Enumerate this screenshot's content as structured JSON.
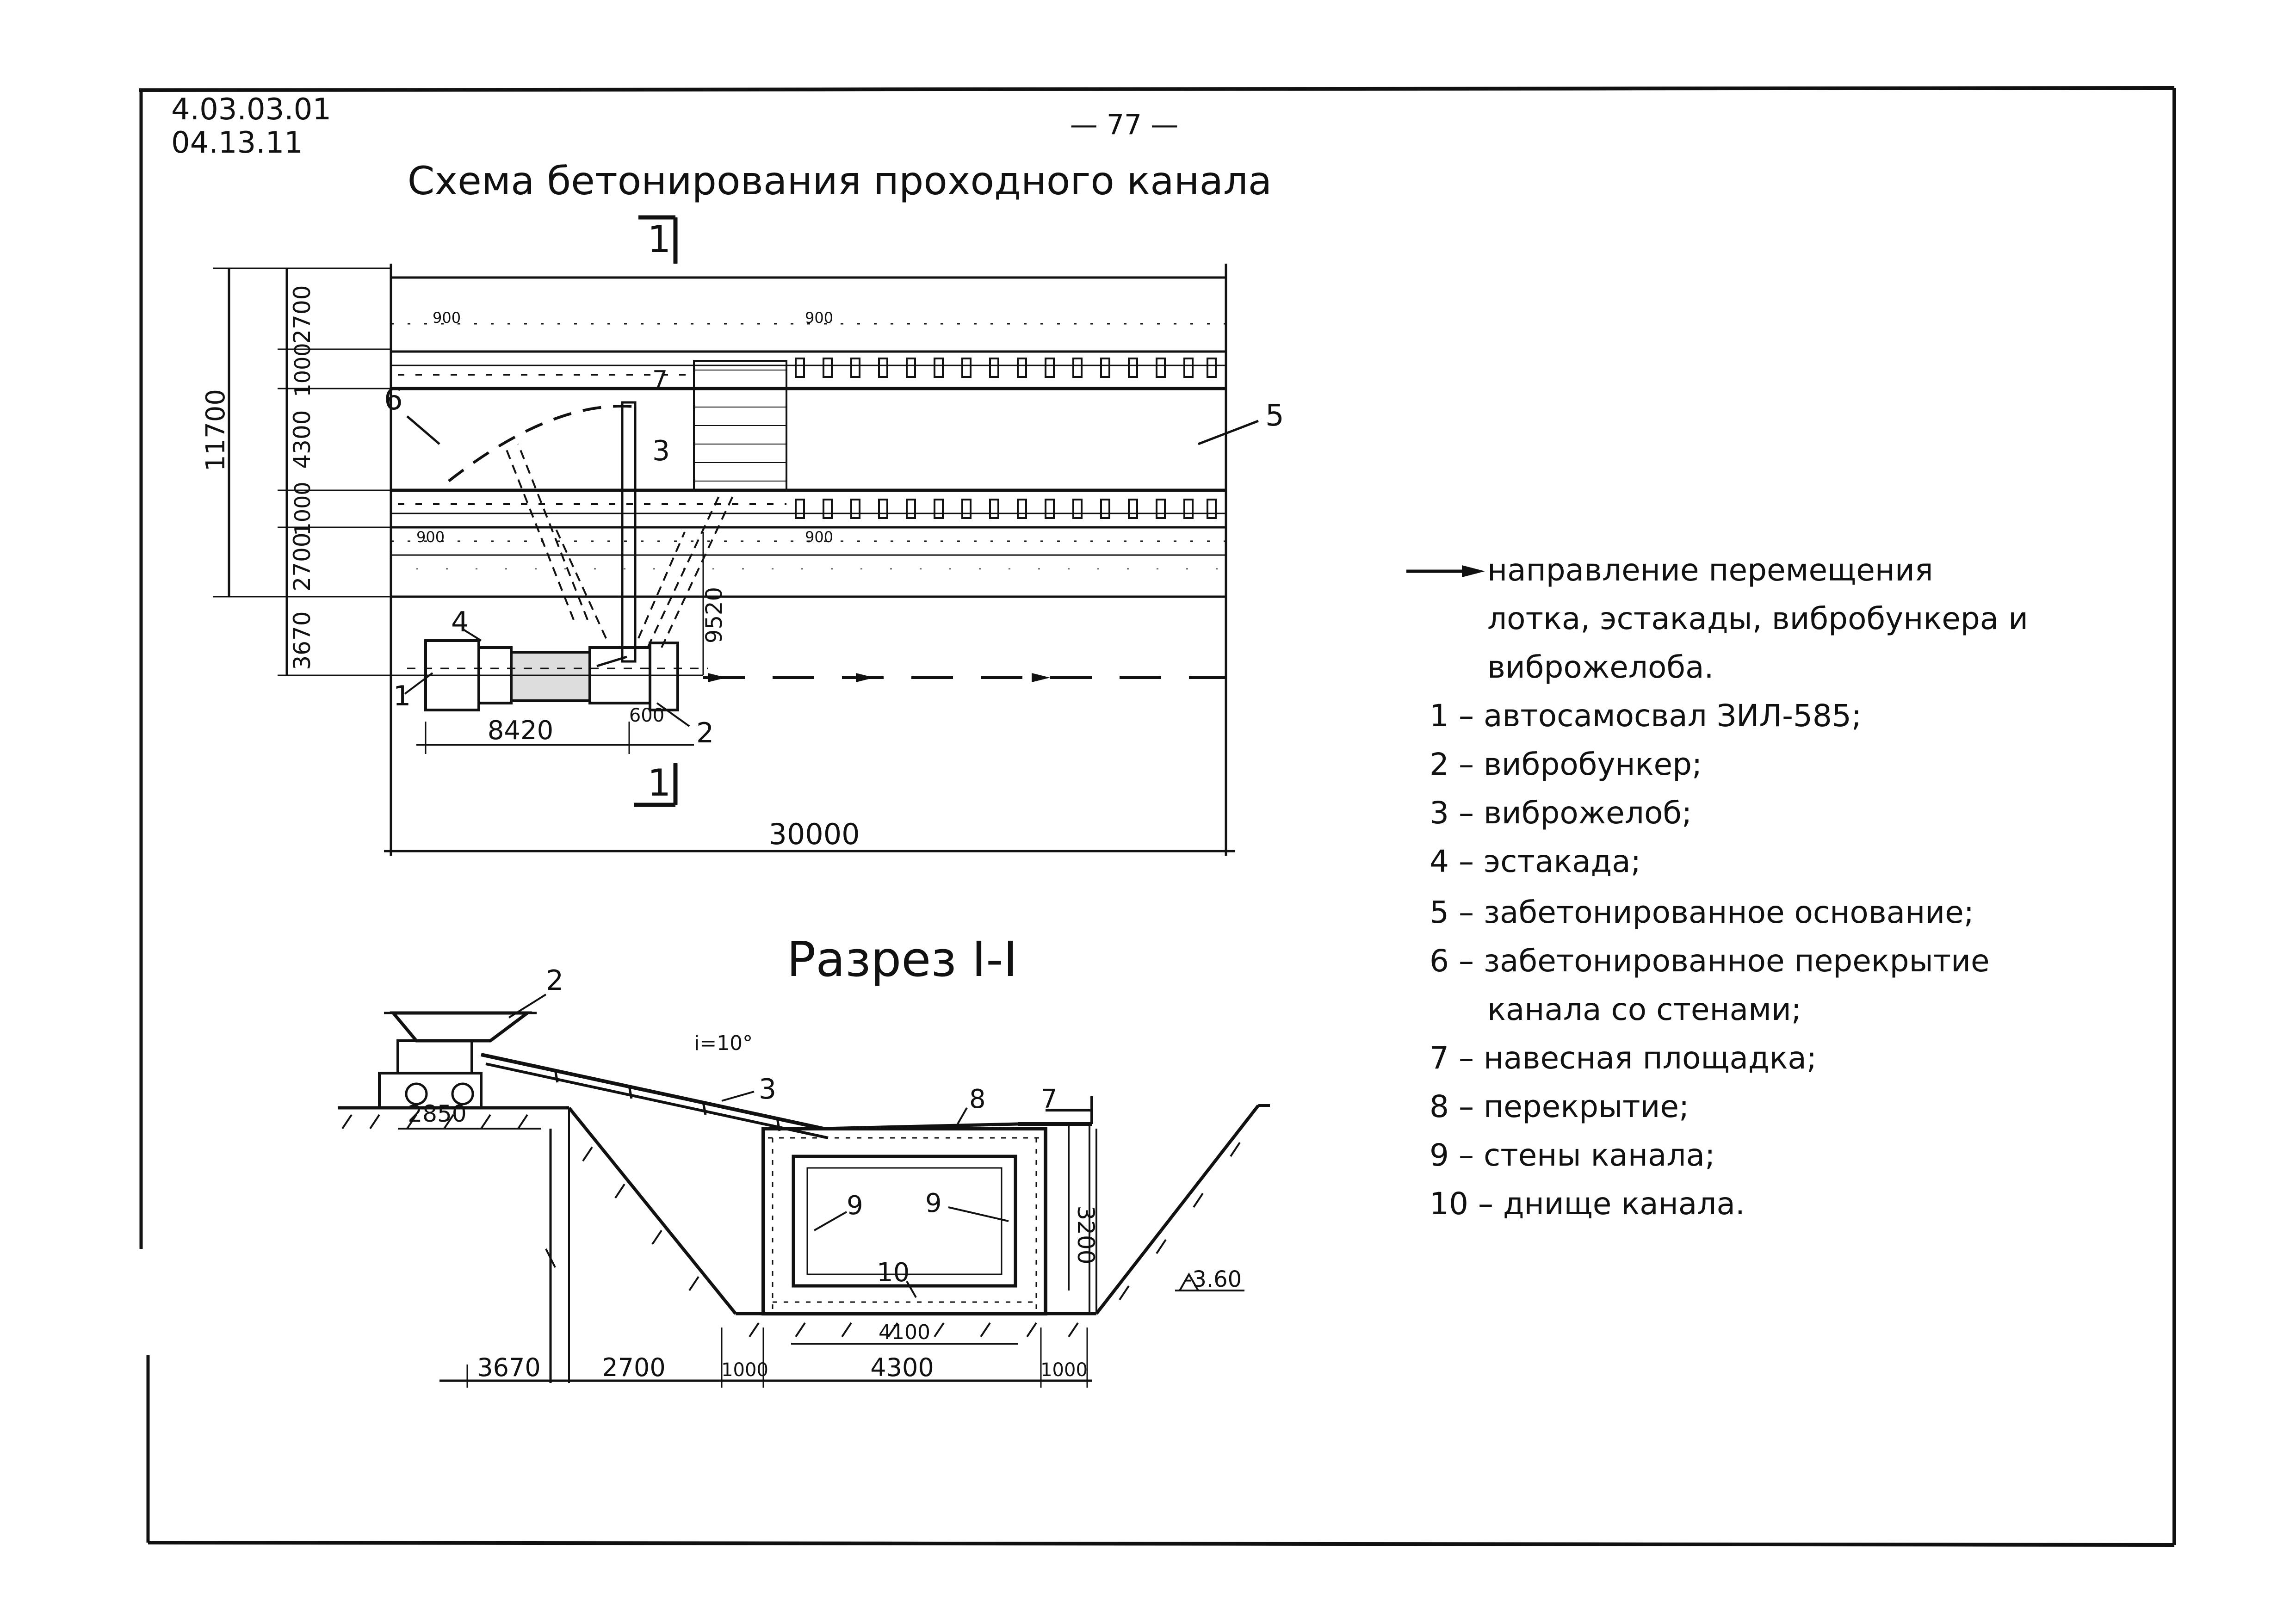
{
  "header": {
    "doc_code_line1": "4.03.03.01",
    "doc_code_line2": "04.13.11",
    "page_number": "— 77 —"
  },
  "plan": {
    "title": "Схема бетонирования проходного канала",
    "section_mark": "1",
    "dims": {
      "total_length": "30000",
      "total_width": "11700",
      "strip_2700_top": "2700",
      "strip_1000_top": "1000",
      "channel_4300": "4300",
      "strip_1000_bottom": "1000",
      "strip_2700_bottom": "2700",
      "offset_3670": "3670",
      "truck_length": "8420",
      "hopper_600": "600",
      "step_900_a": "900",
      "step_900_b": "900",
      "step_900_c": "900",
      "step_900_d": "900",
      "chute_reach": "9520"
    },
    "callouts": [
      "1",
      "2",
      "3",
      "4",
      "5",
      "6",
      "7"
    ]
  },
  "section": {
    "title": "Разрез I-I",
    "slope_label": "i=10°",
    "level_mark": "-3.60",
    "dims": {
      "ground_2850": "2850",
      "bottom_3670": "3670",
      "bottom_2700": "2700",
      "bottom_1000_left": "1000",
      "bottom_4300": "4300",
      "bottom_1000_right": "1000",
      "inner_4100": "4100",
      "height_3200": "3200"
    },
    "callouts": [
      "2",
      "3",
      "7",
      "8",
      "9",
      "9",
      "10"
    ]
  },
  "legend": {
    "arrow_text_1": "направление перемещения",
    "arrow_text_2": "лотка, эстакады, вибробункера и",
    "arrow_text_3": "виброжелоба.",
    "items": [
      "1 – автосамосвал ЗИЛ-585;",
      "2 – вибробункер;",
      "3 – виброжелоб;",
      "4 – эстакада;",
      "5 – забетонированное основание;",
      "6 – забетонированное перекрытие",
      "канала со стенами;",
      "7 – навесная площадка;",
      "8 – перекрытие;",
      "9 – стены канала;",
      "10 – днище канала."
    ]
  }
}
